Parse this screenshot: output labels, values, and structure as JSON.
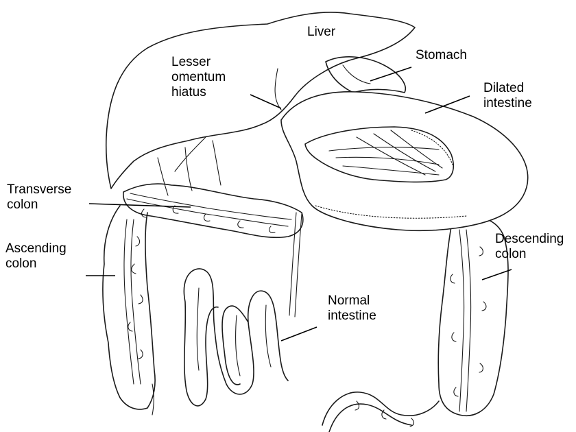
{
  "labels": {
    "liver": [
      "Liver"
    ],
    "lesser_omentum_hiatus": [
      "Lesser",
      "omentum",
      "hiatus"
    ],
    "stomach": [
      "Stomach"
    ],
    "dilated_intestine": [
      "Dilated",
      "intestine"
    ],
    "transverse_colon": [
      "Transverse",
      "colon"
    ],
    "ascending_colon": [
      "Ascending",
      "colon"
    ],
    "descending_colon": [
      "Descending",
      "colon"
    ],
    "normal_intestine": [
      "Normal",
      "intestine"
    ]
  },
  "colors": {
    "ink": "#1a1a1a",
    "background": "#ffffff"
  }
}
